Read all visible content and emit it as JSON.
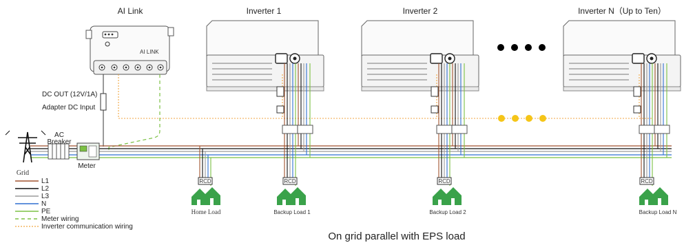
{
  "title": "On grid parallel with EPS load",
  "devices": {
    "ai_link": "AI Link",
    "ai_link_badge": "AI LINK",
    "inverter_1": "Inverter 1",
    "inverter_2": "Inverter 2",
    "inverter_n": "Inverter N（Up to Ten）"
  },
  "labels": {
    "dc_out": "DC OUT (12V/1A)",
    "adapter_dc_input": "Adapter DC Input",
    "ac_breaker_line1": "AC",
    "ac_breaker_line2": "Breaker",
    "meter": "Meter",
    "grid": "Grid",
    "rcd": "RCD"
  },
  "loads": {
    "home": "Home Load",
    "backup_1": "Backup Load 1",
    "backup_2": "Backup Load 2",
    "backup_n": "Backup Load N"
  },
  "legend": [
    {
      "label": "L1",
      "color": "#a0522d",
      "style": "solid"
    },
    {
      "label": "L2",
      "color": "#111111",
      "style": "solid"
    },
    {
      "label": "L3",
      "color": "#9a9a9a",
      "style": "solid"
    },
    {
      "label": "N",
      "color": "#2f6fd0",
      "style": "solid"
    },
    {
      "label": "PE",
      "color": "#7bc043",
      "style": "solid"
    },
    {
      "label": "Meter wiring",
      "color": "#7bc043",
      "style": "dashed"
    },
    {
      "label": "Inverter communication wiring",
      "color": "#f0a640",
      "style": "dotted"
    }
  ],
  "colors": {
    "L1": "#a0522d",
    "L2": "#111111",
    "L3": "#9a9a9a",
    "N": "#2f6fd0",
    "PE": "#7bc043",
    "meter_wiring": "#7bc043",
    "comm_wiring": "#f0a640",
    "house": "#3aa24a",
    "ellipsis_black": "#000000",
    "ellipsis_yellow": "#f5c518"
  },
  "icons": {
    "grid": "transmission-tower-icon",
    "load": "house-icon",
    "rcd": "rcd-breaker-icon"
  }
}
